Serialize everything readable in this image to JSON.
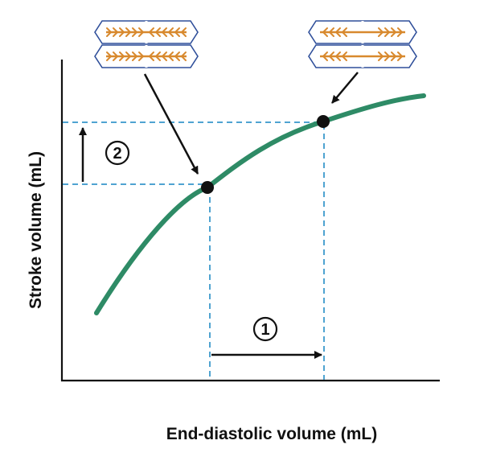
{
  "chart_data": {
    "type": "line",
    "title": "",
    "xlabel": "End-diastolic volume (mL)",
    "ylabel": "Stroke volume (mL)",
    "ticks": "none",
    "grid": false,
    "series": [
      {
        "curve": "frank-starling",
        "color": "#2e8b66"
      }
    ],
    "points": [
      {
        "id": "lower-point",
        "sarcomere": "overlapped-filaments"
      },
      {
        "id": "upper-point",
        "sarcomere": "stretched-filaments"
      }
    ]
  },
  "annotations": {
    "step1_label": "1",
    "step2_label": "2"
  },
  "colors": {
    "curve": "#2e8b66",
    "guide_lines": "#4fa3d1",
    "filament": "#d8892e",
    "sarcomere_outline": "#2f4f9a",
    "axis": "#111111"
  },
  "icons": [
    "sarcomere-contracted-icon",
    "sarcomere-stretched-icon",
    "arrow-icon",
    "circled-number-icon"
  ]
}
